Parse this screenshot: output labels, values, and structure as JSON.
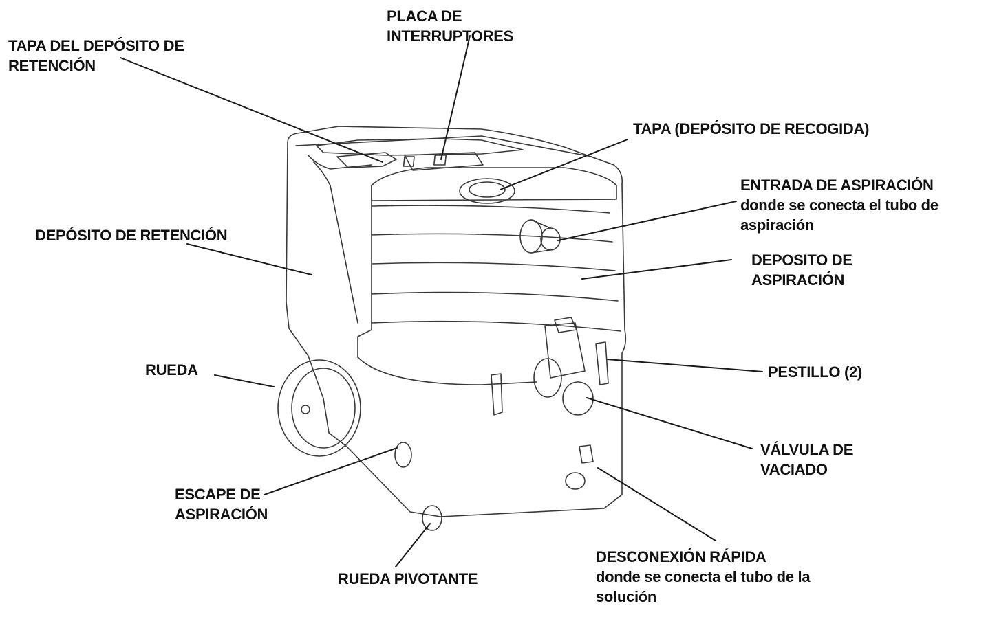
{
  "labels": {
    "placa_interruptores": [
      "PLACA DE",
      "INTERRUPTORES"
    ],
    "tapa_retencion": [
      "TAPA DEL DEPÓSITO DE",
      "RETENCIÓN"
    ],
    "tapa_recogida": [
      "TAPA (DEPÓSITO DE RECOGIDA)"
    ],
    "entrada_aspiracion": [
      "ENTRADA DE ASPIRACIÓN",
      "donde se conecta el tubo de",
      "aspiración"
    ],
    "deposito_retencion": [
      "DEPÓSITO DE RETENCIÓN"
    ],
    "deposito_aspiracion": [
      "DEPOSITO DE",
      "ASPIRACIÓN"
    ],
    "rueda": [
      "RUEDA"
    ],
    "pestillo": [
      "PESTILLO (2)"
    ],
    "valvula_vaciado": [
      "VÁLVULA DE",
      "VACIADO"
    ],
    "escape_aspiracion": [
      "ESCAPE DE",
      "ASPIRACIÓN"
    ],
    "desconexion_rapida": [
      "DESCONEXIÓN RÁPIDA",
      "donde se conecta el tubo de la",
      "solución"
    ],
    "rueda_pivotante": [
      "RUEDA PIVOTANTE"
    ]
  },
  "colors": {
    "ink": "#111111",
    "line": "#1a1a1a",
    "machine_stroke": "#3a3a3a"
  }
}
